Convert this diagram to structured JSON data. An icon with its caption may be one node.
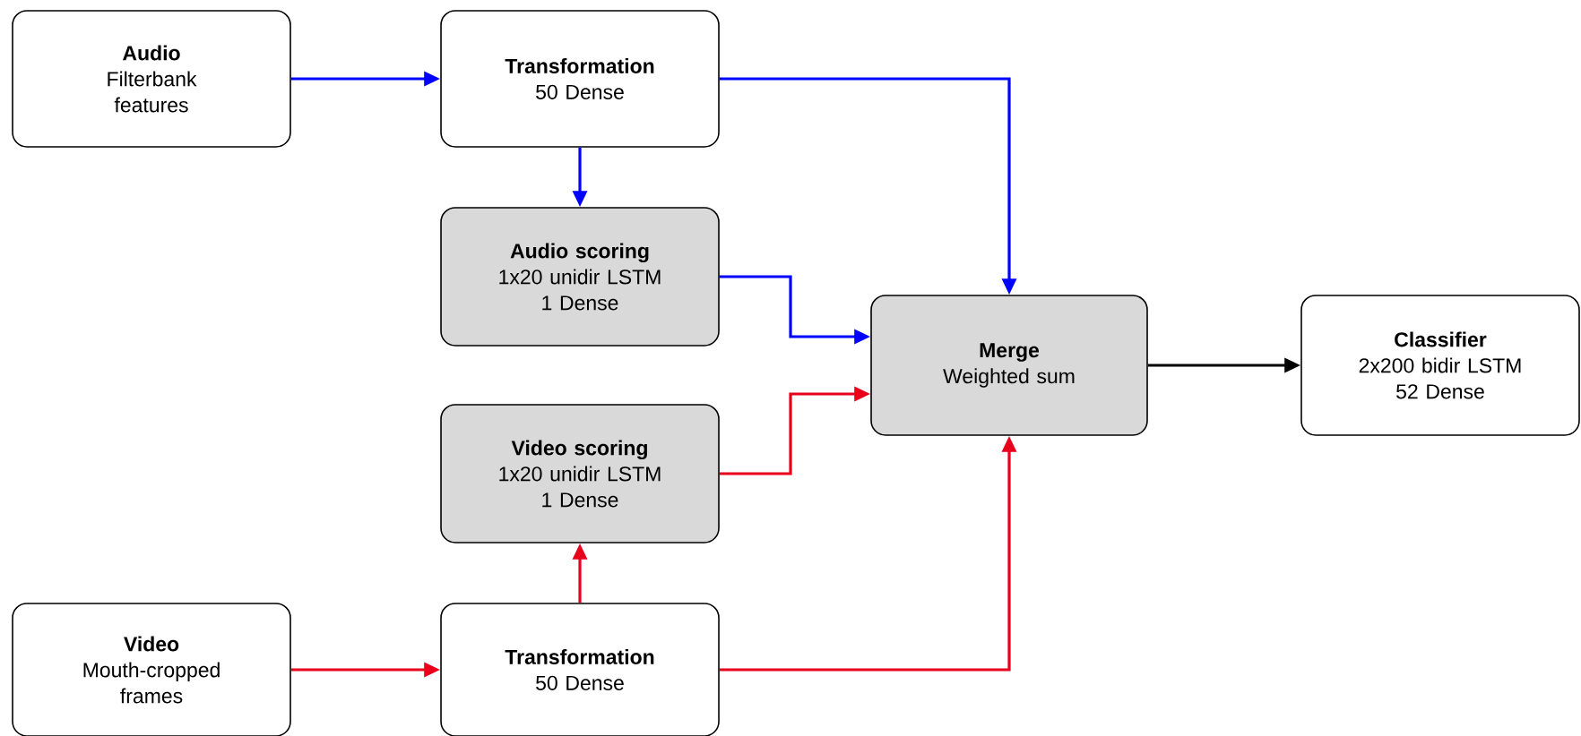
{
  "diagram": {
    "nodes": [
      {
        "text": [
          "Audio",
          "Filterbank features"
        ]
      },
      {
        "text": [
          "Transformation",
          "50 Dense"
        ]
      },
      {
        "text": [
          "Audio scoring",
          "1x20 unidir LSTM",
          "1 Dense"
        ]
      },
      {
        "text": [
          "Merge",
          "Weighted sum"
        ]
      },
      {
        "text": [
          "Classifier",
          "2x200 bidir LSTM",
          "52 Dense"
        ]
      },
      {
        "text": [
          "Video scoring",
          "1x20 unidir LSTM",
          "1 Dense"
        ]
      },
      {
        "text": [
          "Video",
          "Mouth-cropped frames"
        ]
      },
      {
        "text": [
          "Transformation",
          "50 Dense"
        ]
      }
    ],
    "edges": [
      {
        "from": 0,
        "to": 1,
        "arrow": "to",
        "color": "#0000ff"
      },
      {
        "from": 1,
        "to": 2,
        "arrow": "to",
        "color": "#0000ff"
      },
      {
        "from": 1,
        "to": 3,
        "arrow": "to",
        "color": "#0000ff"
      },
      {
        "from": 2,
        "to": 3,
        "arrow": "to",
        "color": "#0000ff"
      },
      {
        "from": 3,
        "to": 4,
        "arrow": "to",
        "color": "#000000"
      },
      {
        "from": 5,
        "to": 3,
        "arrow": "to",
        "color": "#e8001c"
      },
      {
        "from": 7,
        "to": 5,
        "arrow": "to",
        "color": "#e8001c"
      },
      {
        "from": 6,
        "to": 7,
        "arrow": "to",
        "color": "#e8001c"
      },
      {
        "from": 7,
        "to": 3,
        "arrow": "to",
        "color": "#e8001c"
      }
    ]
  }
}
